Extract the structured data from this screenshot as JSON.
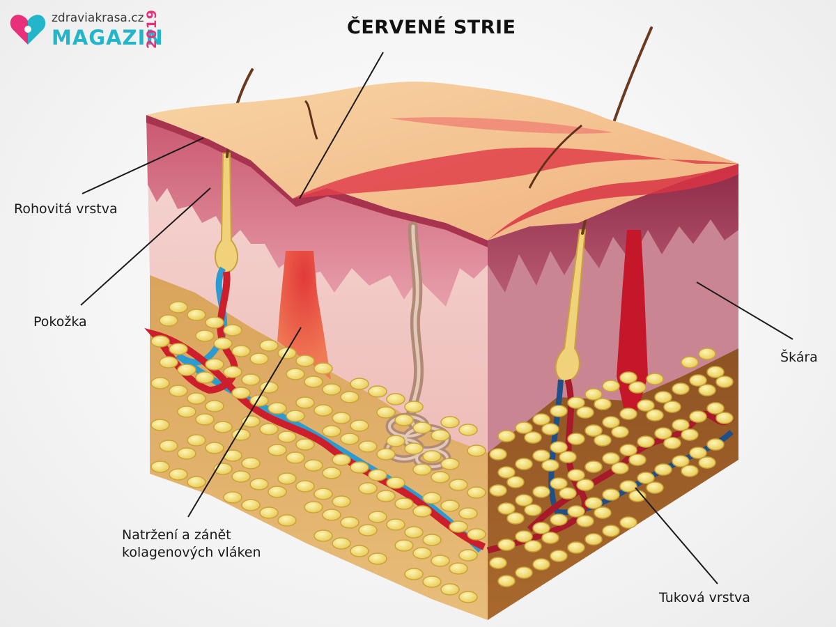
{
  "logo": {
    "site": "zdraviakrasa.cz",
    "name": "MAGAZIN",
    "year": "2019",
    "colors": {
      "heart_pink": "#e8317a",
      "heart_cyan": "#23b5c9"
    }
  },
  "title": "ČERVENÉ STRIE",
  "labels": {
    "stratum_corneum": "Rohovitá vrstva",
    "epidermis": "Pokožka",
    "dermis": "Škára",
    "collagen_line1": "Natržení a zánět",
    "collagen_line2": "kolagenových vláken",
    "fat_layer": "Tuková vrstva"
  },
  "colors": {
    "skin_surface": "#f5c690",
    "epidermis": "#d97a8e",
    "dermis": "#f1c9c4",
    "dermis_side": "#c98592",
    "fat_tissue": "#dcab62",
    "fat_cells": "#f6e27a",
    "artery": "#cc1e2b",
    "vein": "#2b9bd0"
  }
}
